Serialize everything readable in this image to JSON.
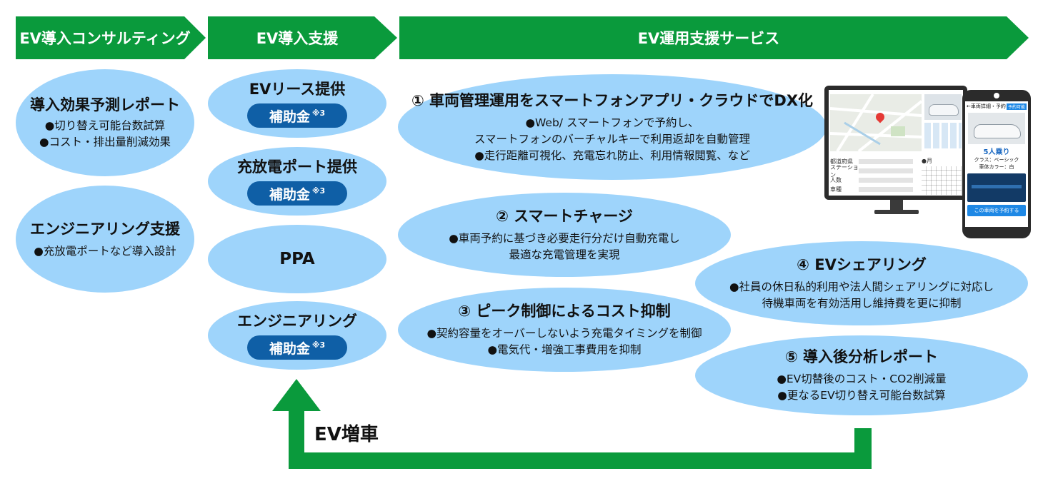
{
  "headers": [
    "EV導入コンサルティング",
    "EV導入支援",
    "EV運用支援サービス"
  ],
  "consulting": [
    {
      "title": "導入効果予測レポート",
      "bullets": [
        "●切り替え可能台数試算",
        "●コスト・排出量削減効果"
      ]
    },
    {
      "title": "エンジニアリング支援",
      "bullets": [
        "●充放電ポートなど導入設計"
      ]
    }
  ],
  "support": [
    {
      "title": "EVリース提供",
      "pill": "補助金",
      "note": "※3"
    },
    {
      "title": "充放電ポート提供",
      "pill": "補助金",
      "note": "※3"
    },
    {
      "title": "PPA"
    },
    {
      "title": "エンジニアリング",
      "pill": "補助金",
      "note": "※3"
    }
  ],
  "services": [
    {
      "title": "① 車両管理運用をスマートフォンアプリ・クラウドでDX化",
      "bullets": [
        "●Web/ スマートフォンで予約し、",
        "スマートフォンのバーチャルキーで利用返却を自動管理",
        "●走行距離可視化、充電忘れ防止、利用情報閲覧、など"
      ]
    },
    {
      "title": "② スマートチャージ",
      "bullets": [
        "●車両予約に基づき必要走行分だけ自動充電し",
        "最適な充電管理を実現"
      ]
    },
    {
      "title": "③ ピーク制御によるコスト抑制",
      "bullets": [
        "●契約容量をオーバーしないよう充電タイミングを制御",
        "●電気代・増強工事費用を抑制"
      ]
    },
    {
      "title": "④ EVシェアリング",
      "bullets": [
        "●社員の休日私的利用や法人間シェアリングに対応し",
        "待機車両を有効活用し維持費を更に抑制"
      ]
    },
    {
      "title": "⑤ 導入後分析レポート",
      "bullets": [
        "●EV切替後のコスト・CO2削減量",
        "●更なるEV切り替え可能台数試算"
      ]
    }
  ],
  "arrow_label": "EV増車",
  "monitor": {
    "rows": [
      "都道府県",
      "ステーション",
      "人数",
      "車種"
    ],
    "month": "●月"
  },
  "phone": {
    "title": "←車両詳細・予約",
    "badge": "予約可能",
    "seats": "5人乗り",
    "class": "クラス：ベーシック",
    "color": "車体カラー：白",
    "button": "この車両を予約する"
  },
  "colors": {
    "green": "#0a9a3c",
    "ellipse": "#9ed4fb",
    "pill": "#0f5fa6"
  }
}
